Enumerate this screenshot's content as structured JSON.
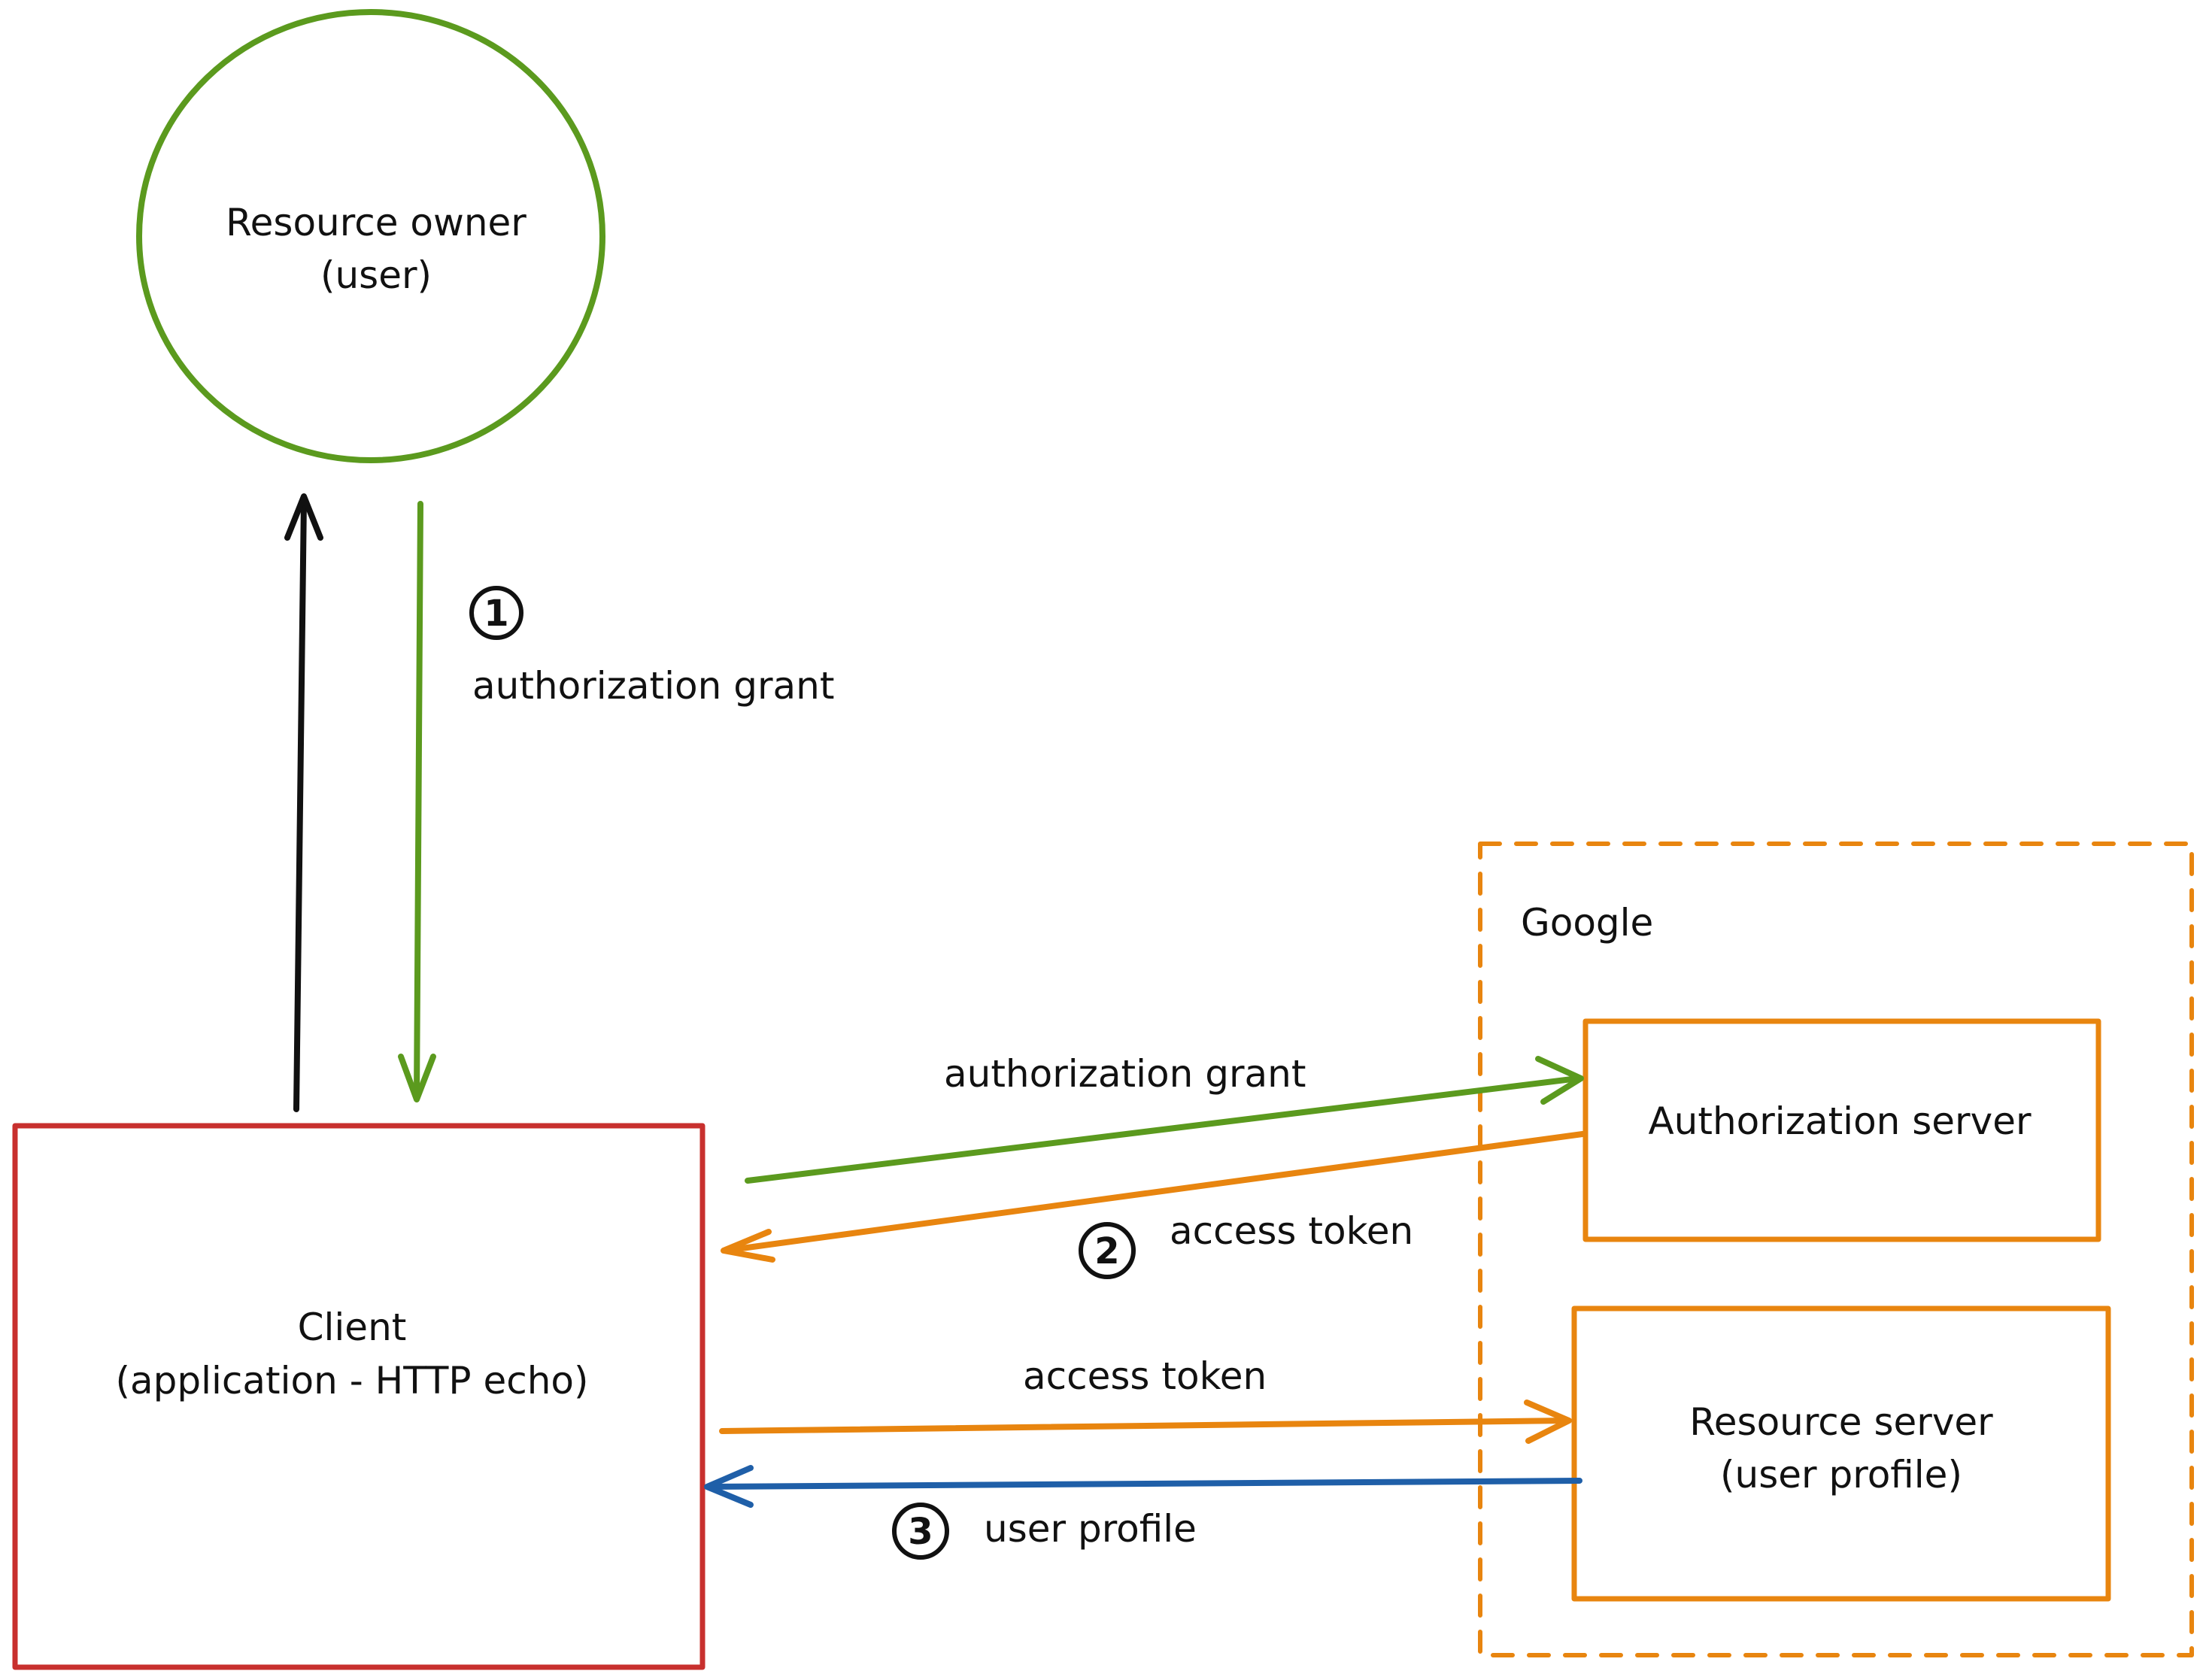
{
  "nodes": {
    "resource_owner": {
      "line1": "Resource owner",
      "line2": "(user)"
    },
    "client": {
      "line1": "Client",
      "line2": "(application - HTTP echo)"
    },
    "google_group": {
      "label": "Google"
    },
    "authorization_server": {
      "label": "Authorization server"
    },
    "resource_server": {
      "line1": "Resource server",
      "line2": "(user profile)"
    }
  },
  "edges": {
    "step1": {
      "number": "1",
      "label": "authorization grant"
    },
    "grant_to_auth": {
      "label": "authorization grant"
    },
    "step2": {
      "number": "2",
      "label": "access token"
    },
    "token_to_resource": {
      "label": "access token"
    },
    "step3": {
      "number": "3",
      "label": "user profile"
    }
  },
  "colors": {
    "resource_owner": "#5b9a1e",
    "client": "#c8302e",
    "google": "#e8850f",
    "grant_arrow": "#5b9a1e",
    "token_arrow": "#e8850f",
    "profile_arrow": "#1f5fa8",
    "request_arrow": "#111111"
  }
}
